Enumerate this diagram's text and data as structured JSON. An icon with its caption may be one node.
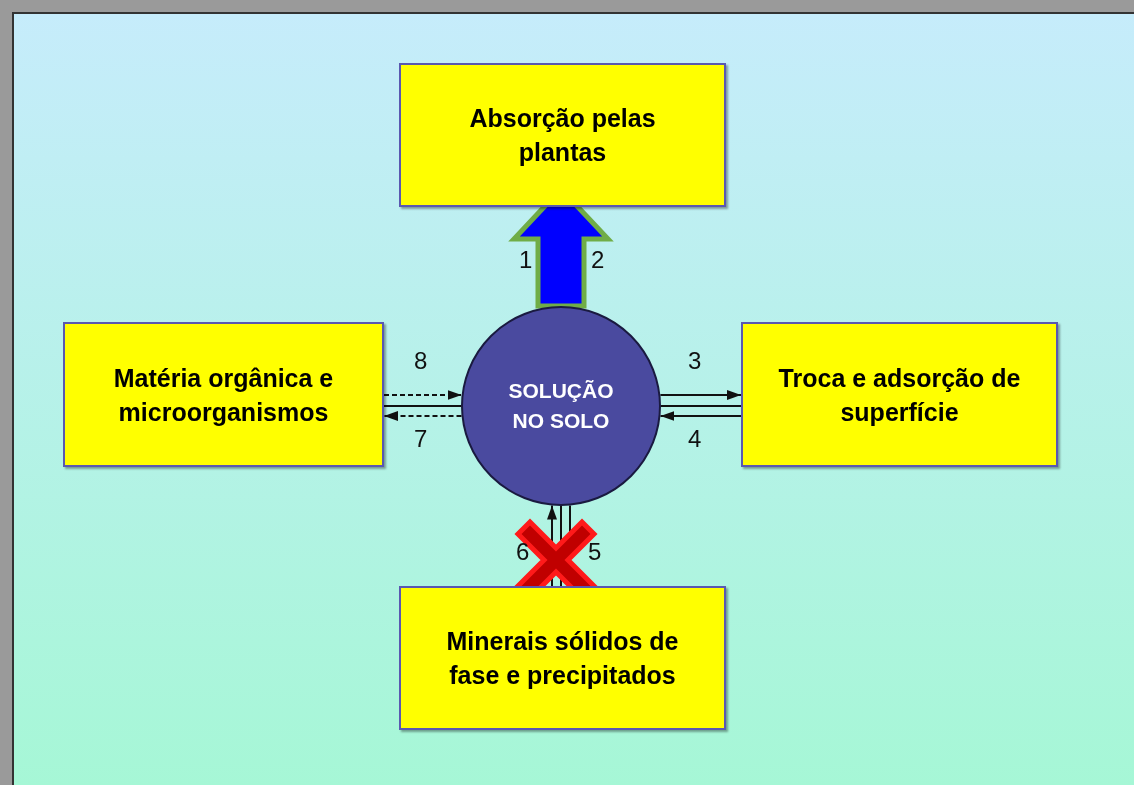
{
  "diagram": {
    "nodes": [
      {
        "text": [
          "Absorção pelas plantas"
        ]
      },
      {
        "text": [
          "Matéria orgânica e microorganismos"
        ]
      },
      {
        "text": [
          "SOLUÇÃO NO SOLO"
        ]
      },
      {
        "text": [
          "Troca e adsorção de superfície"
        ]
      },
      {
        "text": [
          "Minerais sólidos de fase e precipitados"
        ]
      }
    ],
    "edges": [
      {
        "from": 2,
        "to": 0,
        "arrow": "to",
        "style": "thick",
        "color": "#0000ff"
      },
      {
        "from": 1,
        "to": 2,
        "arrow": "none"
      },
      {
        "from": 1,
        "to": 2,
        "arrow": "to",
        "style": "dashed",
        "label": "8"
      },
      {
        "from": 2,
        "to": 1,
        "arrow": "to",
        "style": "dashed",
        "label": "7"
      },
      {
        "from": 2,
        "to": 3,
        "arrow": "none"
      },
      {
        "from": 2,
        "to": 3,
        "arrow": "to",
        "label": "3"
      },
      {
        "from": 3,
        "to": 2,
        "arrow": "to",
        "label": "4"
      },
      {
        "from": 2,
        "to": 4,
        "arrow": "none"
      },
      {
        "from": 4,
        "to": 2,
        "arrow": "to",
        "label": "6"
      },
      {
        "from": 2,
        "to": 4,
        "arrow": "to",
        "label": "5"
      }
    ],
    "labels": [
      "1",
      "2"
    ]
  }
}
